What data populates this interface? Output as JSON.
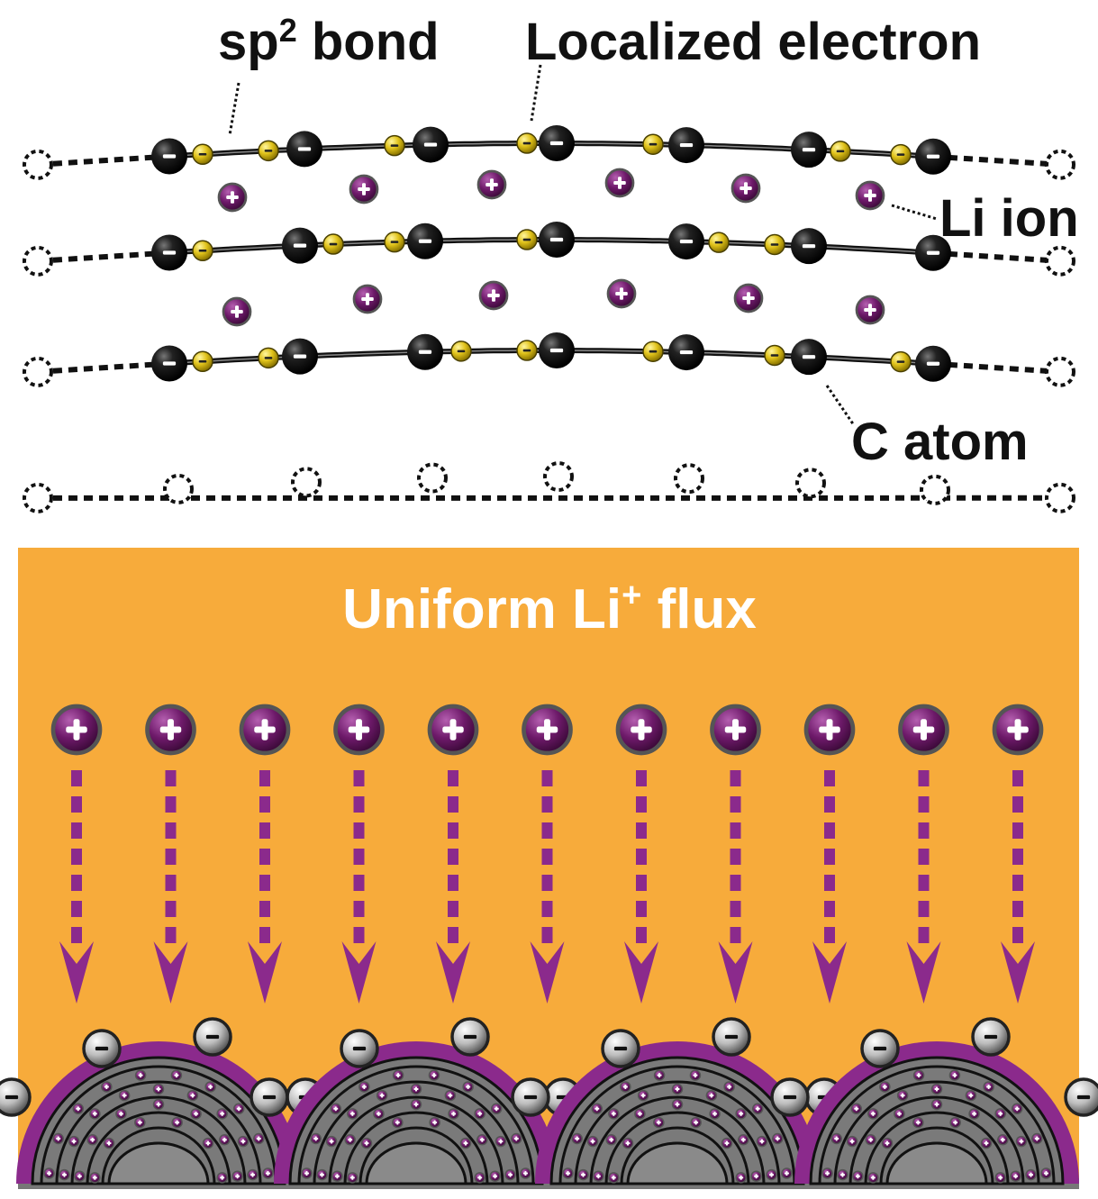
{
  "labels": {
    "sp2_bond_prefix": "sp",
    "sp2_bond_superscript": "2",
    "sp2_bond_suffix": " bond",
    "localized_electron": "Localized electron",
    "li_ion": "Li ion",
    "c_atom": "C atom"
  },
  "flux_panel": {
    "title_prefix": "Uniform Li",
    "title_superscript": "+",
    "title_suffix": " flux",
    "ion_count": 11
  },
  "symbols": {
    "cation": "+",
    "electron": "−"
  },
  "colors": {
    "background": "#ffffff",
    "panel": "#f7ab3b",
    "carbon_atom": "#111111",
    "electron": "#d9b80f",
    "li_ion": "#6e1a6a",
    "arrow": "#8b2a8c",
    "shell_purple": "#8b2a8c",
    "graphite_gray": "#7a7a7a",
    "surface_electron": "#9a9a9a"
  }
}
